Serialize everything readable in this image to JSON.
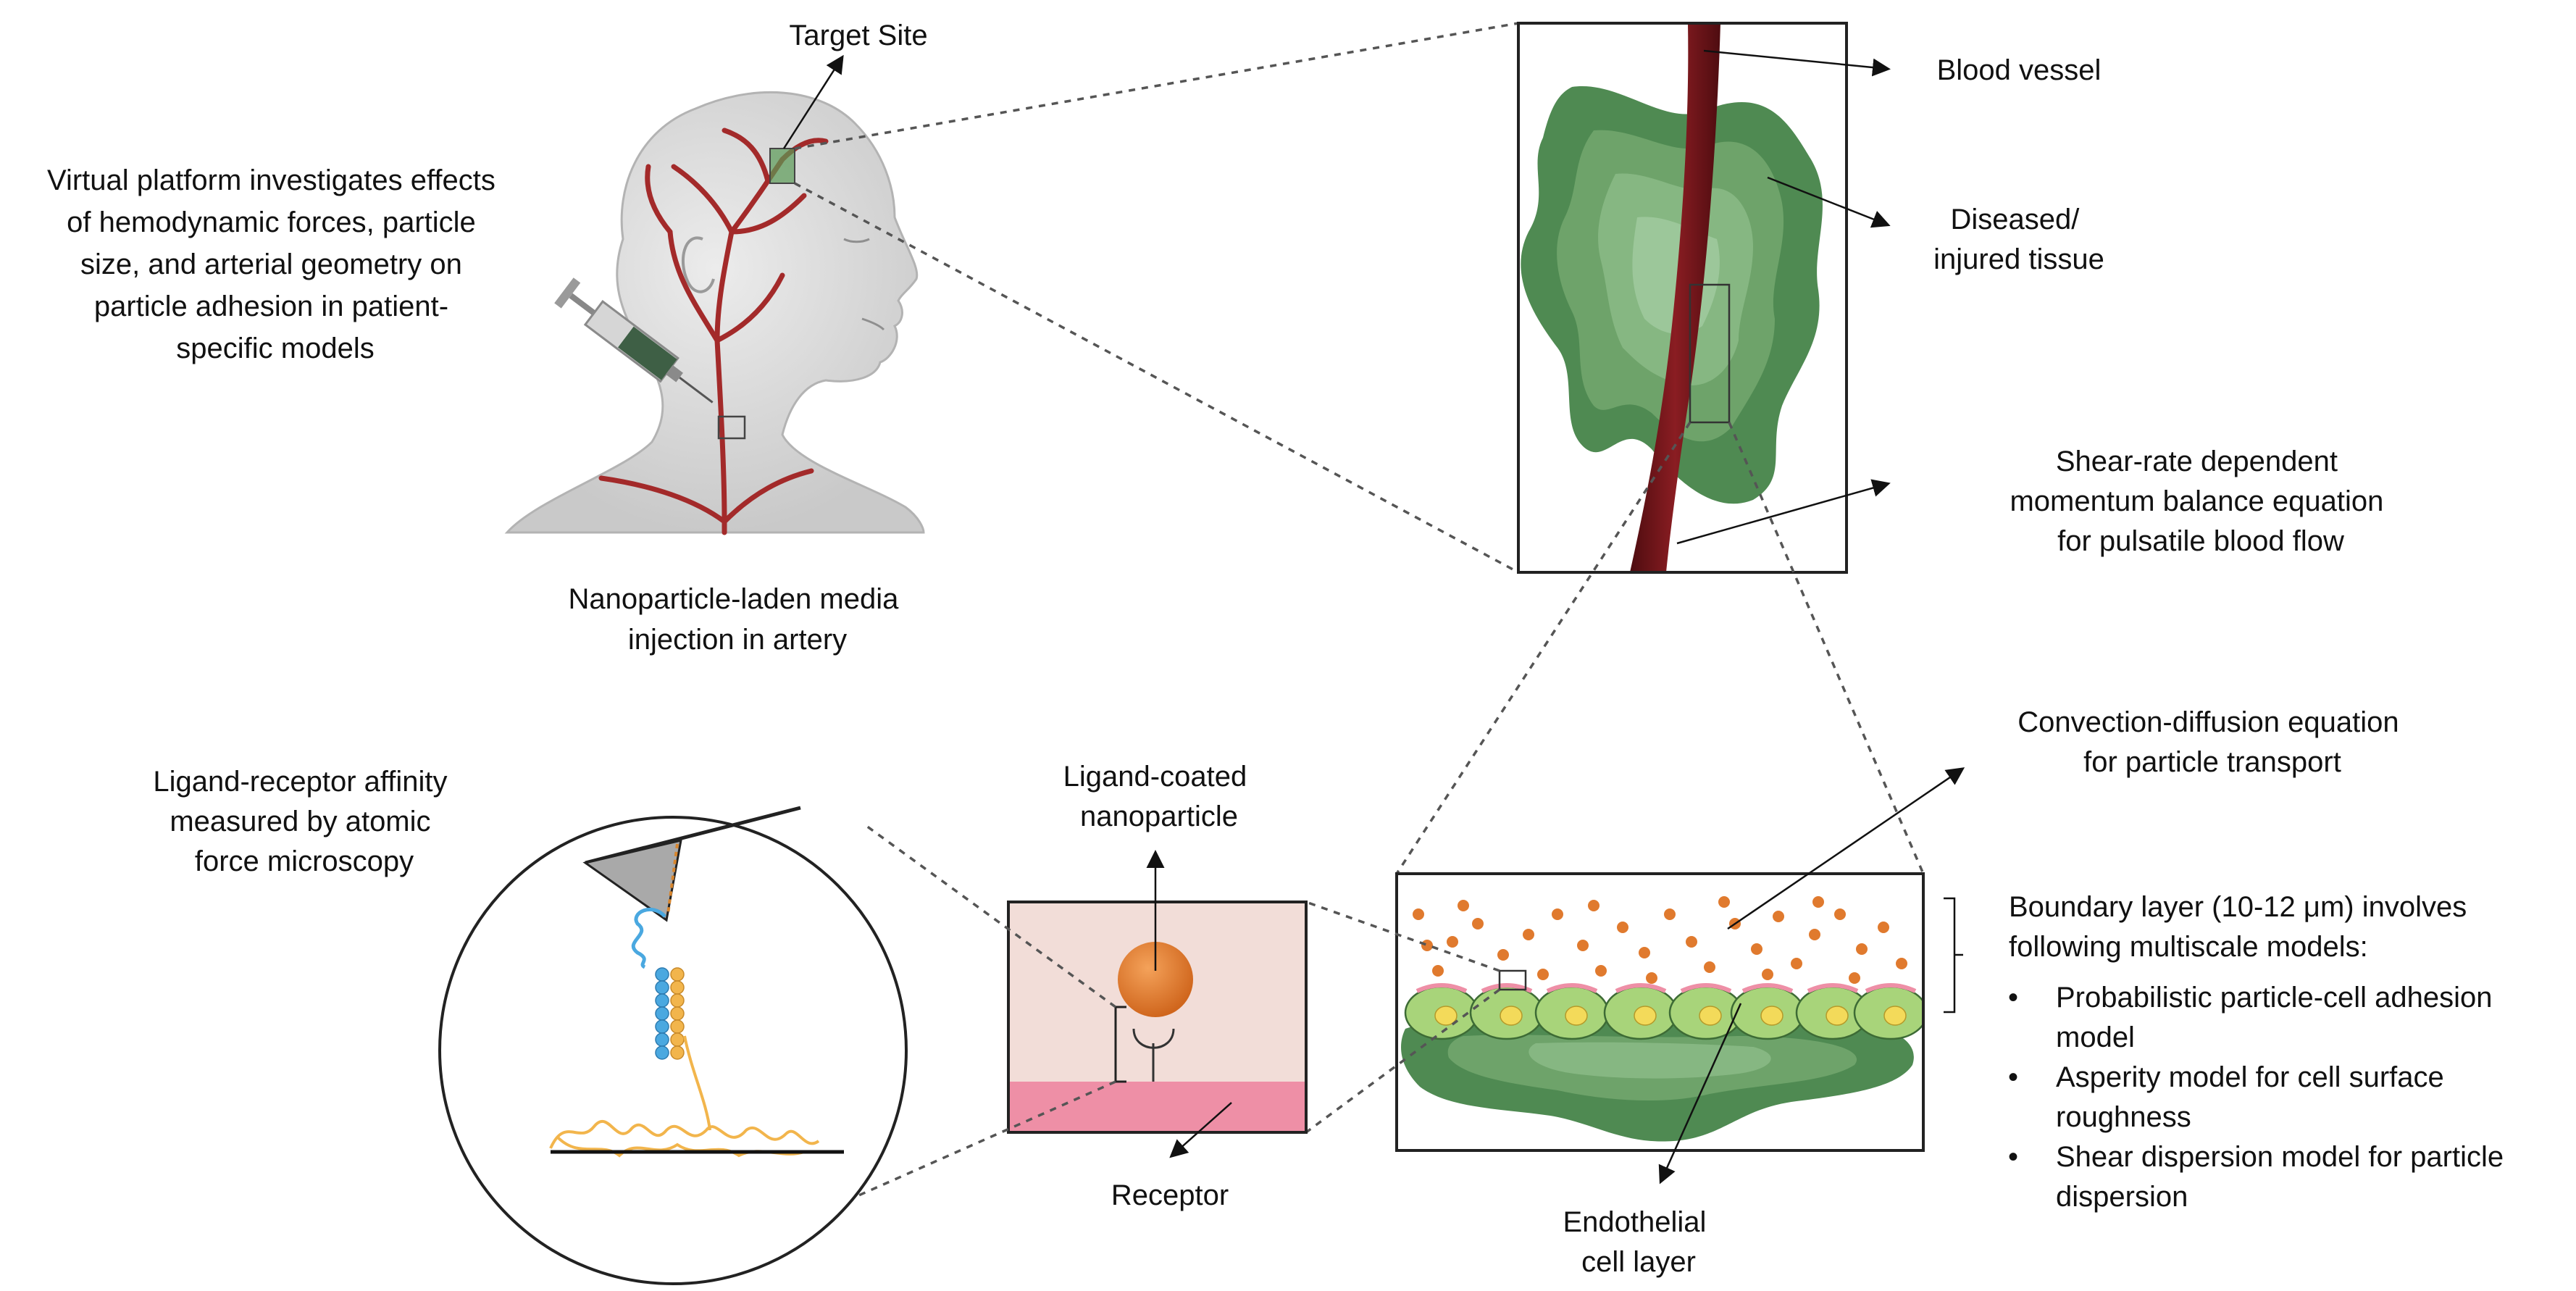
{
  "labels": {
    "target_site": "Target Site",
    "virtual_platform": [
      "Virtual platform investigates effects",
      "of hemodynamic forces, particle",
      "size, and arterial geometry on",
      "particle adhesion in patient-",
      "specific models"
    ],
    "injection": [
      "Nanoparticle-laden media",
      "injection in artery"
    ],
    "blood_vessel": "Blood vessel",
    "diseased_tissue": [
      "Diseased/",
      "injured tissue"
    ],
    "shear_rate": [
      "Shear-rate dependent",
      "momentum balance equation",
      "for pulsatile blood flow"
    ],
    "convection": [
      "Convection-diffusion equation",
      "for particle transport"
    ],
    "boundary_layer": [
      "Boundary layer (10-12 μm) involves",
      "following multiscale models:"
    ],
    "bullet_symbol": "•",
    "models": [
      [
        "Probabilistic particle-cell adhesion",
        "model"
      ],
      [
        "Asperity model for cell surface",
        "roughness"
      ],
      [
        "Shear dispersion model for particle",
        "dispersion"
      ]
    ],
    "ligand_receptor": [
      "Ligand-receptor affinity",
      "measured by atomic",
      "force microscopy"
    ],
    "ligand_coated": [
      "Ligand-coated",
      "nanoparticle"
    ],
    "receptor": "Receptor",
    "endothelial": [
      "Endothelial",
      "cell layer"
    ]
  },
  "colors": {
    "artery": "#a32a2a",
    "vessel": "#6e1418",
    "tissue_dark": "#4f8a52",
    "tissue_light": "#9cc79a",
    "particle": "#e07a2e",
    "cell": "#a8d47a",
    "nucleus": "#f3da5a",
    "receptor_band": "#ee8fa6",
    "inset_bg": "#f2ddd8",
    "antibody": "#4aa8e0",
    "ligand_chain": "#f2b54c"
  },
  "icons": [
    "head-silhouette",
    "syringe-icon",
    "afm-tip-icon"
  ]
}
